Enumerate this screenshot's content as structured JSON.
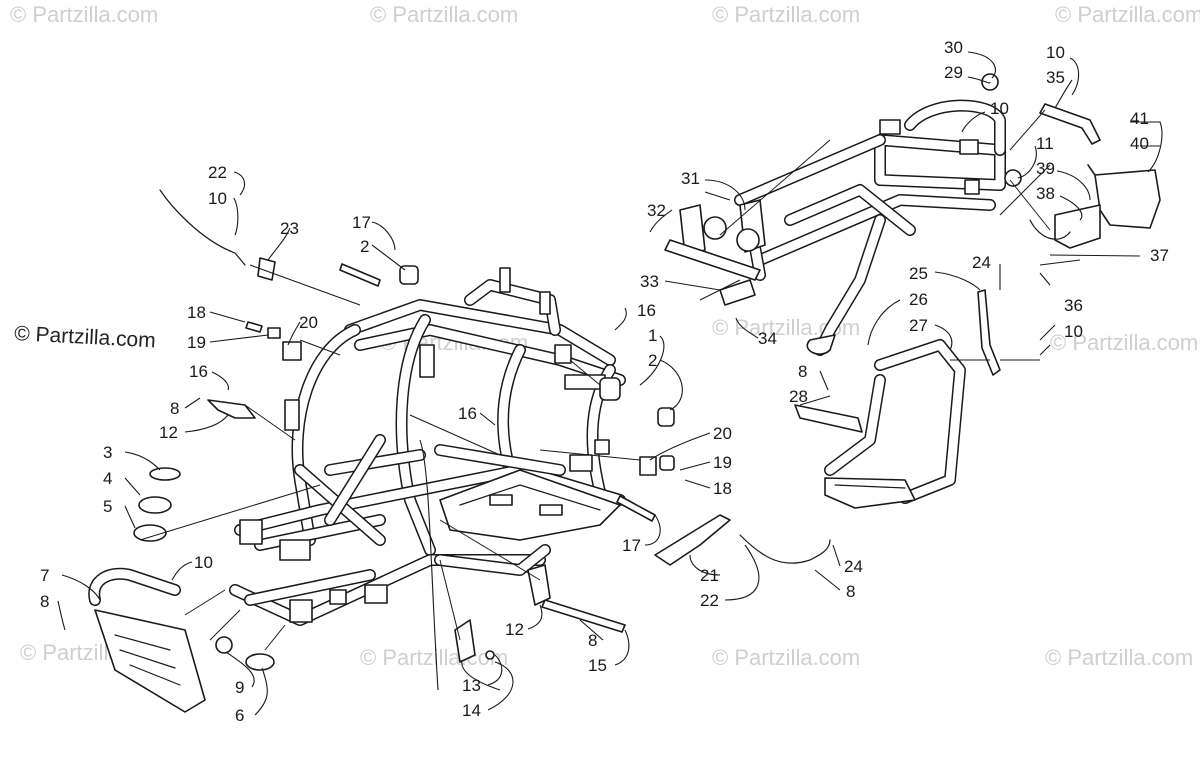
{
  "watermark": {
    "brand_text": "© Partzilla.com"
  },
  "callouts": [
    {
      "id": "c30a",
      "text": "30"
    },
    {
      "id": "c29",
      "text": "29"
    },
    {
      "id": "c10a",
      "text": "10"
    },
    {
      "id": "c35",
      "text": "35"
    },
    {
      "id": "c10b",
      "text": "10"
    },
    {
      "id": "c11",
      "text": "11"
    },
    {
      "id": "c41",
      "text": "41"
    },
    {
      "id": "c40",
      "text": "40"
    },
    {
      "id": "c39",
      "text": "39"
    },
    {
      "id": "c38",
      "text": "38"
    },
    {
      "id": "c37",
      "text": "37"
    },
    {
      "id": "c31",
      "text": "31"
    },
    {
      "id": "c32",
      "text": "32"
    },
    {
      "id": "c33",
      "text": "33"
    },
    {
      "id": "c34",
      "text": "34"
    },
    {
      "id": "c25",
      "text": "25"
    },
    {
      "id": "c24a",
      "text": "24"
    },
    {
      "id": "c26",
      "text": "26"
    },
    {
      "id": "c27",
      "text": "27"
    },
    {
      "id": "c36",
      "text": "36"
    },
    {
      "id": "c10c",
      "text": "10"
    },
    {
      "id": "c8a",
      "text": "8"
    },
    {
      "id": "c28",
      "text": "28"
    },
    {
      "id": "c22a",
      "text": "22"
    },
    {
      "id": "c10d",
      "text": "10"
    },
    {
      "id": "c23",
      "text": "23"
    },
    {
      "id": "c17a",
      "text": "17"
    },
    {
      "id": "c2a",
      "text": "2"
    },
    {
      "id": "c18a",
      "text": "18"
    },
    {
      "id": "c20a",
      "text": "20"
    },
    {
      "id": "c19a",
      "text": "19"
    },
    {
      "id": "c16a",
      "text": "16"
    },
    {
      "id": "c8b",
      "text": "8"
    },
    {
      "id": "c12a",
      "text": "12"
    },
    {
      "id": "c3",
      "text": "3"
    },
    {
      "id": "c4",
      "text": "4"
    },
    {
      "id": "c5",
      "text": "5"
    },
    {
      "id": "c16b",
      "text": "16"
    },
    {
      "id": "c1",
      "text": "1"
    },
    {
      "id": "c2b",
      "text": "2"
    },
    {
      "id": "c16c",
      "text": "16"
    },
    {
      "id": "c20b",
      "text": "20"
    },
    {
      "id": "c19b",
      "text": "19"
    },
    {
      "id": "c18b",
      "text": "18"
    },
    {
      "id": "c17b",
      "text": "17"
    },
    {
      "id": "c21",
      "text": "21"
    },
    {
      "id": "c22b",
      "text": "22"
    },
    {
      "id": "c24b",
      "text": "24"
    },
    {
      "id": "c8c",
      "text": "8"
    },
    {
      "id": "c10e",
      "text": "10"
    },
    {
      "id": "c7",
      "text": "7"
    },
    {
      "id": "c8d",
      "text": "8"
    },
    {
      "id": "c9",
      "text": "9"
    },
    {
      "id": "c6",
      "text": "6"
    },
    {
      "id": "c12b",
      "text": "12"
    },
    {
      "id": "c8e",
      "text": "8"
    },
    {
      "id": "c15",
      "text": "15"
    },
    {
      "id": "c13",
      "text": "13"
    },
    {
      "id": "c14",
      "text": "14"
    }
  ]
}
